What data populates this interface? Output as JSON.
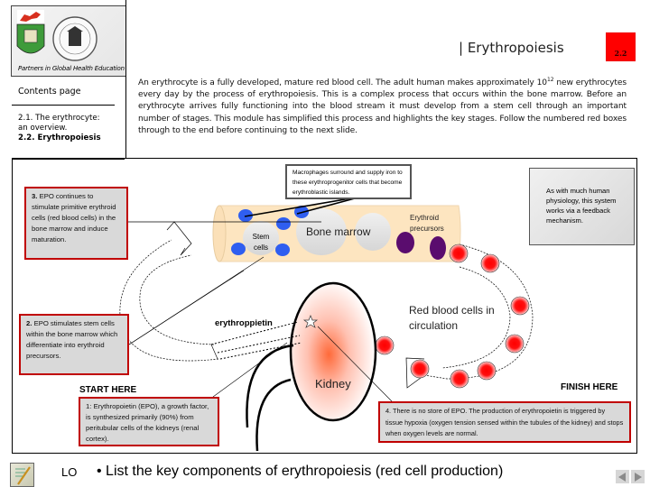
{
  "header": {
    "logo_caption": "Partners in Global Health Education",
    "title": "| Erythropoiesis",
    "page_number": "2.2",
    "accent_color": "#ff0000"
  },
  "contents": {
    "title": "Contents page",
    "items": [
      {
        "label": "2.1. The erythrocyte:",
        "bold": false
      },
      {
        "label": "an overview.",
        "bold": false
      },
      {
        "label": "2.2. Erythropoiesis",
        "bold": true
      }
    ]
  },
  "intro": {
    "text_before": "An erythrocyte is a fully developed, mature red blood cell. The adult human makes approximately 10",
    "superscript": "12",
    "text_after": " new erythrocytes every day by the process of erythropoiesis.  This is a complex process that occurs within the bone marrow. Before an erythrocyte arrives fully functioning into the blood stream it must develop from a stem cell through an important number of stages. This module has simplified this process and highlights the key stages.  Follow the numbered red boxes through to the end before continuing to the next slide."
  },
  "diagram": {
    "labels": {
      "bone_marrow": "Bone marrow",
      "stem_cells": "Stem cells",
      "erythroid_precursors": "Erythroid precursors",
      "rbc_circulation": "Red blood cells in circulation",
      "erythropoietin": "erythroppietin",
      "kidney": "Kidney",
      "start_here": "START HERE",
      "finish_here": "FINISH HERE"
    },
    "macrophage_note": "Macrophages surround and supply iron to these erythroprogenitor cells that become erythroblastic islands.",
    "feedback_note": "As with much human physiology, this system works via a feedback mechanism.",
    "steps": [
      {
        "number": "1:",
        "text": "Erythropoietin (EPO), a growth factor, is synthesized primarily (90%) from peritubular cells of the kidneys (renal cortex)."
      },
      {
        "number": "2.",
        "text": "EPO stimulates stem cells within the bone marrow which differentiate into erythroid precursors."
      },
      {
        "number": "3.",
        "text": "EPO continues to stimulate primitive erythroid cells (red blood cells) in the bone marrow and induce maturation."
      },
      {
        "number": "4.",
        "text": "There is no store of EPO. The production of erythropoietin is triggered by tissue hypoxia (oxygen tension sensed within the tubules of the kidney) and stops when oxygen levels are normal."
      }
    ],
    "colors": {
      "marrow": "#fde5c0",
      "stem_cell": "#2f5ef0",
      "precursor": "#5a0c6e",
      "rbc": "#ff0000",
      "callout_border": "#c00000",
      "callout_fill": "#d9d9d9"
    }
  },
  "footer": {
    "lo_tag": "LO",
    "objective": "• List the key components of erythropoiesis (red cell production)",
    "prev_icon": "triangle-left-icon",
    "next_icon": "triangle-right-icon"
  }
}
